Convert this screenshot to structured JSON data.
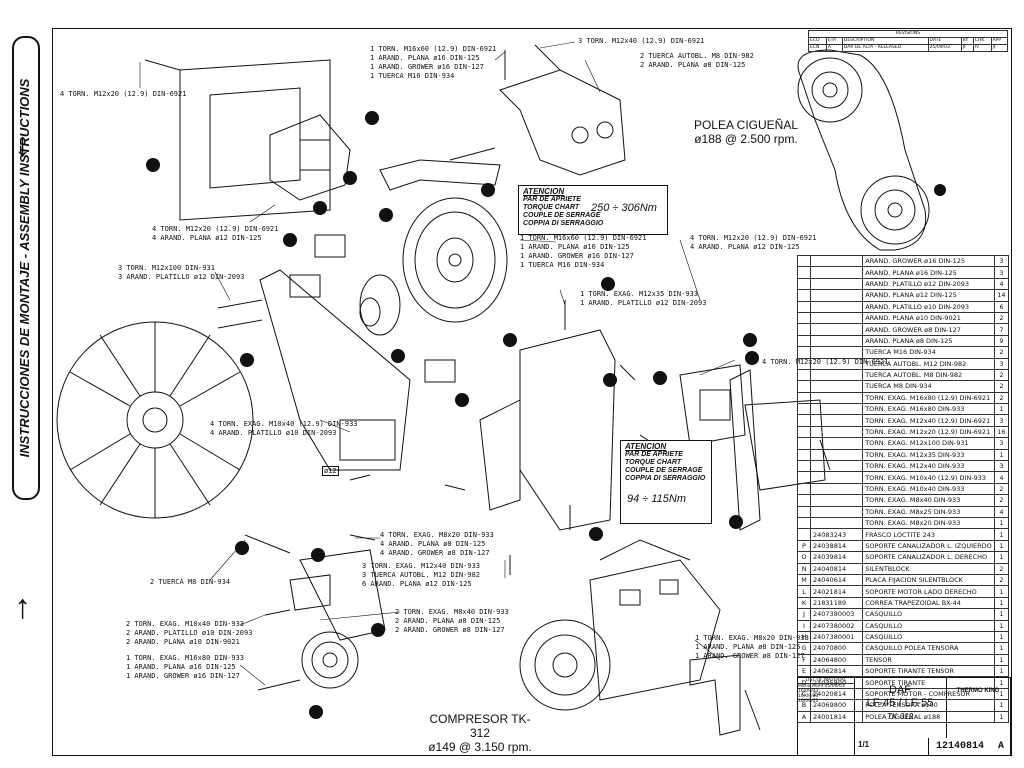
{
  "side_title": "INSTRUCCIONES DE MONTAJE - ASSEMBLY INSTRUCTIONS",
  "revision_table": {
    "header": [
      "ECO",
      "ETA",
      "DESCRIPTION",
      "DATE",
      "BY",
      "CHK",
      "APP"
    ],
    "row": [
      "ECN",
      "A",
      "DAR DE ALTA - RELEASED",
      "25/09/03",
      "JF",
      "IV",
      "JF"
    ],
    "title": "REVISIONS"
  },
  "pulley_label": {
    "line1": "POLEA CIGUEÑAL",
    "line2": "ø188 @ 2.500 rpm."
  },
  "compressor_label": {
    "line1": "COMPRESOR TK-312",
    "line2": "ø149 @ 3.150 rpm."
  },
  "torque1": {
    "title": "ATENCION",
    "l1": "PAR DE APRIETE",
    "l2": "TORQUE CHART",
    "l3": "COUPLE DE SERRAGE",
    "l4": "COPPIA DI SERRAGGIO",
    "value": "250 ÷ 306Nm"
  },
  "torque2": {
    "title": "ATENCION",
    "l1": "PAR DE APRIETE",
    "l2": "TORQUE CHART",
    "l3": "COUPLE DE SERRAGE",
    "l4": "COPPIA DI SERRAGGIO",
    "value": "94 ÷ 115Nm"
  },
  "callouts": {
    "c1": "4 TORN. M12x20 (12.9) DIN-6921",
    "c2a": "1 TORN. M16x60 (12.9) DIN-6921",
    "c2b": "1 ARAND. PLANA ø16 DIN-125",
    "c2c": "1 ARAND. GROWER ø16 DIN-127",
    "c2d": "1 TUERCA M16 DIN-934",
    "c3": "3 TORN. M12x40 (12.9) DIN-6921",
    "c4a": "2 TUERCA AUTOBL. M8 DIN-982",
    "c4b": "2 ARAND. PLANA ø8 DIN-125",
    "c5a": "4 TORN. M12x20 (12.9) DIN-6921",
    "c5b": "4 ARAND. PLANA ø12 DIN-125",
    "c6a": "1 TORN. M16x60 (12.9) DIN-6921",
    "c6b": "1 ARAND. PLANA ø16 DIN-125",
    "c6c": "1 ARAND. GROWER ø16 DIN-127",
    "c6d": "1 TUERCA M16 DIN-934",
    "c7a": "3 TORN. M12x100 DIN-931",
    "c7b": "3 ARAND. PLATILLO ø12 DIN-2093",
    "c8a": "4 TORN. M12x20 (12.9) DIN-6921",
    "c8b": "4 ARAND. PLANA ø12 DIN-125",
    "c9a": "1 TORN. EXAG. M12x35 DIN-933",
    "c9b": "1 ARAND. PLATILLO ø12 DIN-2093",
    "c10": "4 TORN. M12x20 (12.9) DIN-6921",
    "c11a": "4 TORN. EXAG. M10x40 (12.9) DIN-933",
    "c11b": "4 ARAND. PLATILLO ø10 DIN-2093",
    "c12a": "4 TORN. EXAG. M8x20 DIN-933",
    "c12b": "4 ARAND. PLANA ø8 DIN-125",
    "c12c": "4 ARAND. GROWER ø8 DIN-127",
    "c13": "2 TUERCA M8 DIN-934",
    "c14a": "3 TORN. EXAG. M12x40 DIN-933",
    "c14b": "3 TUERCA AUTOBL. M12 DIN-982",
    "c14c": "6 ARAND. PLANA ø12 DIN-125",
    "c15a": "2 TORN. EXAG. M10x40 DIN-933",
    "c15b": "2 ARAND. PLATILLO ø10 DIN-2093",
    "c15c": "2 ARAND. PLANA ø10 DIN-9021",
    "c16a": "2 TORN. EXAG. M8x40 DIN-933",
    "c16b": "2 ARAND. PLANA ø8 DIN-125",
    "c16c": "2 ARAND. GROWER ø8 DIN-127",
    "c17a": "1 TORN. EXAG. M16x80 DIN-933",
    "c17b": "1 ARAND. PLANA ø16 DIN-125",
    "c17c": "1 ARAND. GROWER ø16 DIN-127",
    "c18a": "1 TORN. EXAG. M8x20 DIN-933",
    "c18b": "1 ARAND. PLANA ø8 DIN-125",
    "c18c": "1 ARAND. GROWER ø8 DIN-127",
    "c19": "ø12"
  },
  "bom": [
    [
      "",
      "",
      "ARAND. GROWER ø16 DIN-125",
      "3"
    ],
    [
      "",
      "",
      "ARAND. PLANA ø16 DIN-125",
      "3"
    ],
    [
      "",
      "",
      "ARAND. PLATILLO ø12 DIN-2093",
      "4"
    ],
    [
      "",
      "",
      "ARAND. PLANA ø12 DIN-125",
      "14"
    ],
    [
      "",
      "",
      "ARAND. PLATILLO ø10 DIN-2093",
      "6"
    ],
    [
      "",
      "",
      "ARAND. PLANA ø10 DIN-9021",
      "2"
    ],
    [
      "",
      "",
      "ARAND. GROWER ø8 DIN-127",
      "7"
    ],
    [
      "",
      "",
      "ARAND. PLANA ø8 DIN-125",
      "9"
    ],
    [
      "",
      "",
      "TUERCA M16 DIN-934",
      "2"
    ],
    [
      "",
      "",
      "TUERCA AUTOBL. M12 DIN-982",
      "3"
    ],
    [
      "",
      "",
      "TUERCA AUTOBL. M8 DIN-982",
      "2"
    ],
    [
      "",
      "",
      "TUERCA M8 DIN-934",
      "2"
    ],
    [
      "",
      "",
      "TORN. EXAG. M16x80 (12.9) DIN-6921",
      "2"
    ],
    [
      "",
      "",
      "TORN. EXAG. M16x80 DIN-933",
      "1"
    ],
    [
      "",
      "",
      "TORN. EXAG. M12x40 (12.9) DIN-6921",
      "3"
    ],
    [
      "",
      "",
      "TORN. EXAG. M12x20 (12.9) DIN-6921",
      "16"
    ],
    [
      "",
      "",
      "TORN. EXAG. M12x100 DIN-931",
      "3"
    ],
    [
      "",
      "",
      "TORN. EXAG. M12x35 DIN-933",
      "1"
    ],
    [
      "",
      "",
      "TORN. EXAG. M12x40 DIN-933",
      "3"
    ],
    [
      "",
      "",
      "TORN. EXAG. M10x40 (12.9) DIN-933",
      "4"
    ],
    [
      "",
      "",
      "TORN. EXAG. M10x40 DIN-933",
      "2"
    ],
    [
      "",
      "",
      "TORN. EXAG. M8x40 DIN-933",
      "2"
    ],
    [
      "",
      "",
      "TORN. EXAG. M8x25 DIN-933",
      "4"
    ],
    [
      "",
      "",
      "TORN. EXAG. M8x20 DIN-933",
      "1"
    ],
    [
      "",
      "24083243",
      "FRASCO LOCTITE 243",
      "1"
    ],
    [
      "P",
      "24038814",
      "SOPORTE CANALIZADOR L. IZQUIERDO",
      "1"
    ],
    [
      "O",
      "24039814",
      "SOPORTE CANALIZADOR L. DERECHO",
      "1"
    ],
    [
      "N",
      "24040814",
      "SILENTBLOCK",
      "2"
    ],
    [
      "M",
      "24040614",
      "PLACA FIJACION SILENTBLOCK",
      "2"
    ],
    [
      "L",
      "24021814",
      "SOPORTE MOTOR LADO DERECHO",
      "1"
    ],
    [
      "K",
      "21831189",
      "CORREA TRAPEZOIDAL BX-44",
      "1"
    ],
    [
      "J",
      "2407380003",
      "CASQUILLO",
      "1"
    ],
    [
      "I",
      "2407380002",
      "CASQUILLO",
      "1"
    ],
    [
      "H",
      "2407380001",
      "CASQUILLO",
      "1"
    ],
    [
      "G",
      "24070800",
      "CASQUILLO POLEA TENSORA",
      "1"
    ],
    [
      "F",
      "24064800",
      "TENSOR",
      "1"
    ],
    [
      "E",
      "24062814",
      "SOPORTE TIRANTE TENSOR",
      "1"
    ],
    [
      "D",
      "24035800",
      "SOPORTE TIRANTE",
      "1"
    ],
    [
      "C",
      "24020814",
      "SOPORTE MOTOR - COMPRESOR",
      "1"
    ],
    [
      "B",
      "24069800",
      "POLEA TENSORA ø100",
      "1"
    ],
    [
      "A",
      "24001814",
      "POLEA CIGUEÑAL ø188",
      "1"
    ]
  ],
  "bom_header": "LIST OF MATERIAL",
  "title_block": {
    "line1": "DAF",
    "line2": "LF-45 / LF-55",
    "line3": "TK-312",
    "company": "THERMO KING",
    "drawing_number": "12140814",
    "rev": "A",
    "sheet": "1/1",
    "left_rows": [
      "Mario Adell 05/09/03",
      "16/09/03",
      "16/09/03",
      "16/09/03"
    ]
  }
}
